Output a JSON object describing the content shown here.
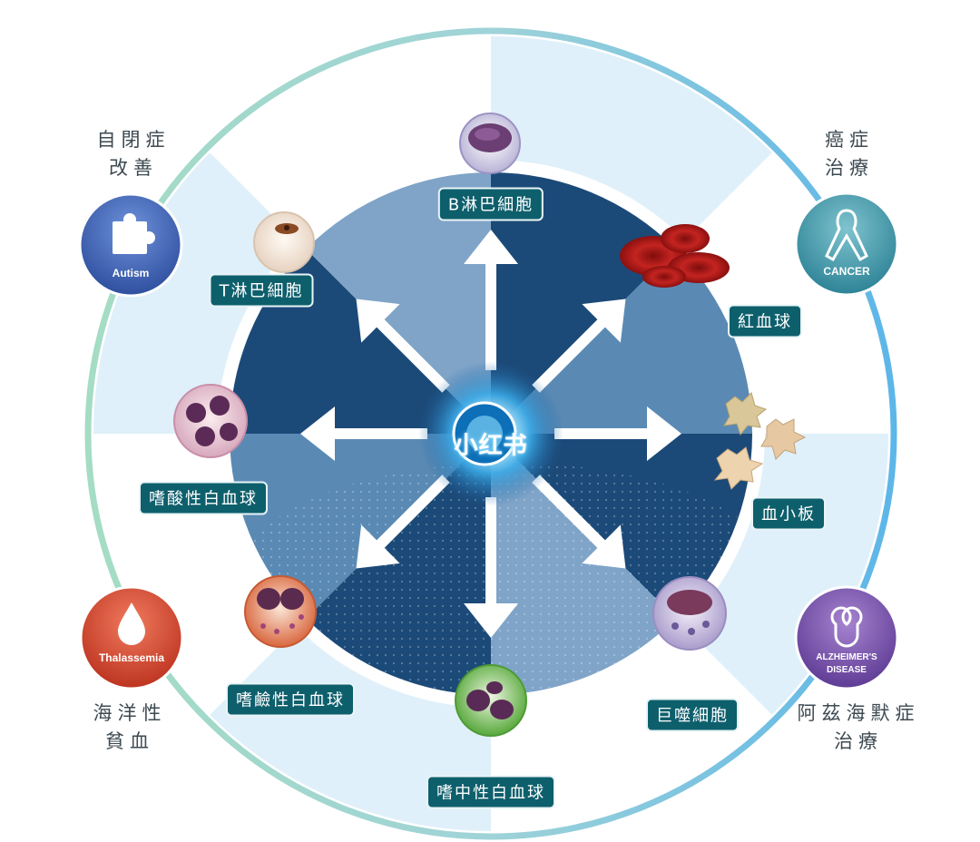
{
  "center": {
    "label": "小红书"
  },
  "cells": {
    "b_lymphocyte": "B淋巴細胞",
    "t_lymphocyte": "T淋巴細胞",
    "red_blood_cell": "紅血球",
    "eosinophil": "嗜酸性白血球",
    "platelet": "血小板",
    "basophil": "嗜鹼性白血球",
    "macrophage": "巨噬細胞",
    "neutrophil": "嗜中性白血球"
  },
  "conditions": {
    "autism": {
      "line1": "自閉症",
      "line2": "改善",
      "badge": "Autism",
      "color": "#3f66b8"
    },
    "cancer": {
      "line1": "癌症",
      "line2": "治療",
      "badge": "CANCER",
      "color": "#3d9cb0"
    },
    "thalassemia": {
      "line1": "海洋性",
      "line2": "貧血",
      "badge": "Thalassemia",
      "color": "#d8462f"
    },
    "alzheimers": {
      "line1": "阿茲海默症",
      "line2": "治療",
      "badge_line1": "ALZHEIMER'S",
      "badge_line2": "DISEASE",
      "color": "#7a52ad"
    }
  },
  "colors": {
    "ring_left": "#9fd9c0",
    "ring_right": "#5fb9e6",
    "segment_light": "#dff0fa",
    "disc_dark": "#1c4a78",
    "disc_mid": "#5a8ab4",
    "disc_light": "#7fa4c8",
    "label_bg": "#0e5f6c"
  }
}
